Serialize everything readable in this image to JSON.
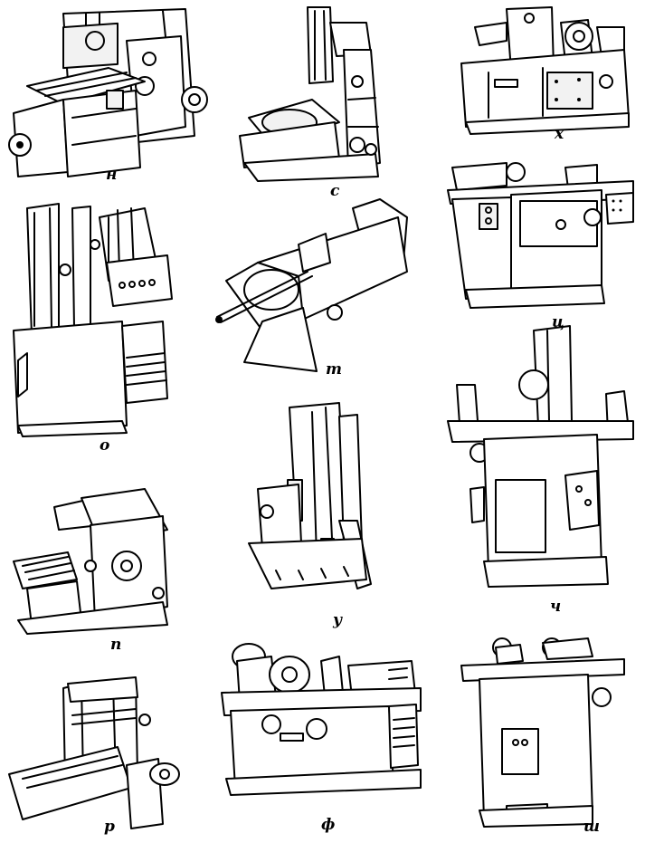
{
  "figure": {
    "machines": [
      {
        "id": "n",
        "label": "н"
      },
      {
        "id": "s",
        "label": "с"
      },
      {
        "id": "kh",
        "label": "х"
      },
      {
        "id": "o",
        "label": "о"
      },
      {
        "id": "t",
        "label": "т"
      },
      {
        "id": "ts",
        "label": "ц"
      },
      {
        "id": "p",
        "label": "п"
      },
      {
        "id": "u",
        "label": "у"
      },
      {
        "id": "ch",
        "label": "ч"
      },
      {
        "id": "r",
        "label": "р"
      },
      {
        "id": "f",
        "label": "ф"
      },
      {
        "id": "sh",
        "label": "ш"
      }
    ]
  }
}
